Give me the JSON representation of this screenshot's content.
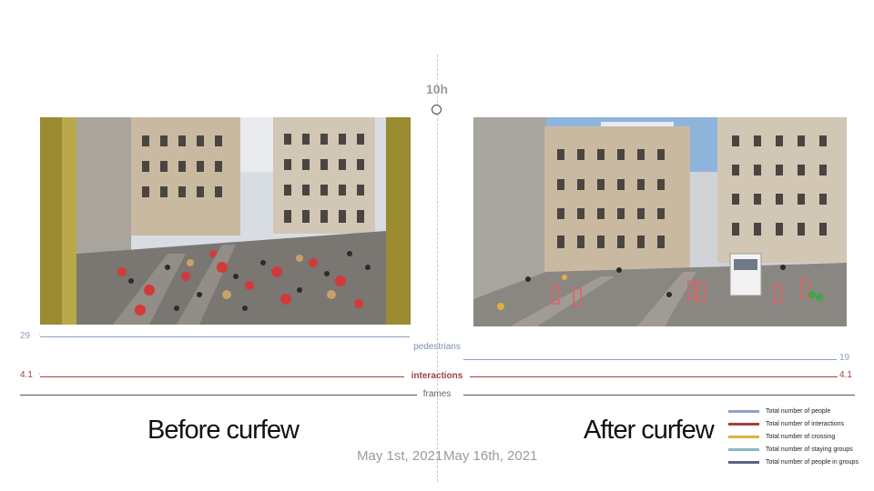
{
  "timeline": {
    "time_label": "10h"
  },
  "metrics": {
    "pedestrians": {
      "label": "pedestrians",
      "before": "29",
      "after": "19",
      "color": "#8ea2c4"
    },
    "interactions": {
      "label": "interactions",
      "before": "4.1",
      "after": "4.1",
      "color": "#a04040"
    },
    "frames": {
      "label": "frames"
    }
  },
  "panels": {
    "before": {
      "title": "Before curfew",
      "date": "May 1st, 2021"
    },
    "after": {
      "title": "After curfew",
      "date": "May 16th, 2021"
    }
  },
  "legend": {
    "items": [
      {
        "label": "Total number of people",
        "color": "#8ea2c4"
      },
      {
        "label": "Total number of interactions",
        "color": "#a04040"
      },
      {
        "label": "Total number of crossing",
        "color": "#e0b040"
      },
      {
        "label": "Total number of staying groups",
        "color": "#8ab8c8"
      },
      {
        "label": "Total number of people in groups",
        "color": "#5a5f8a"
      }
    ]
  }
}
